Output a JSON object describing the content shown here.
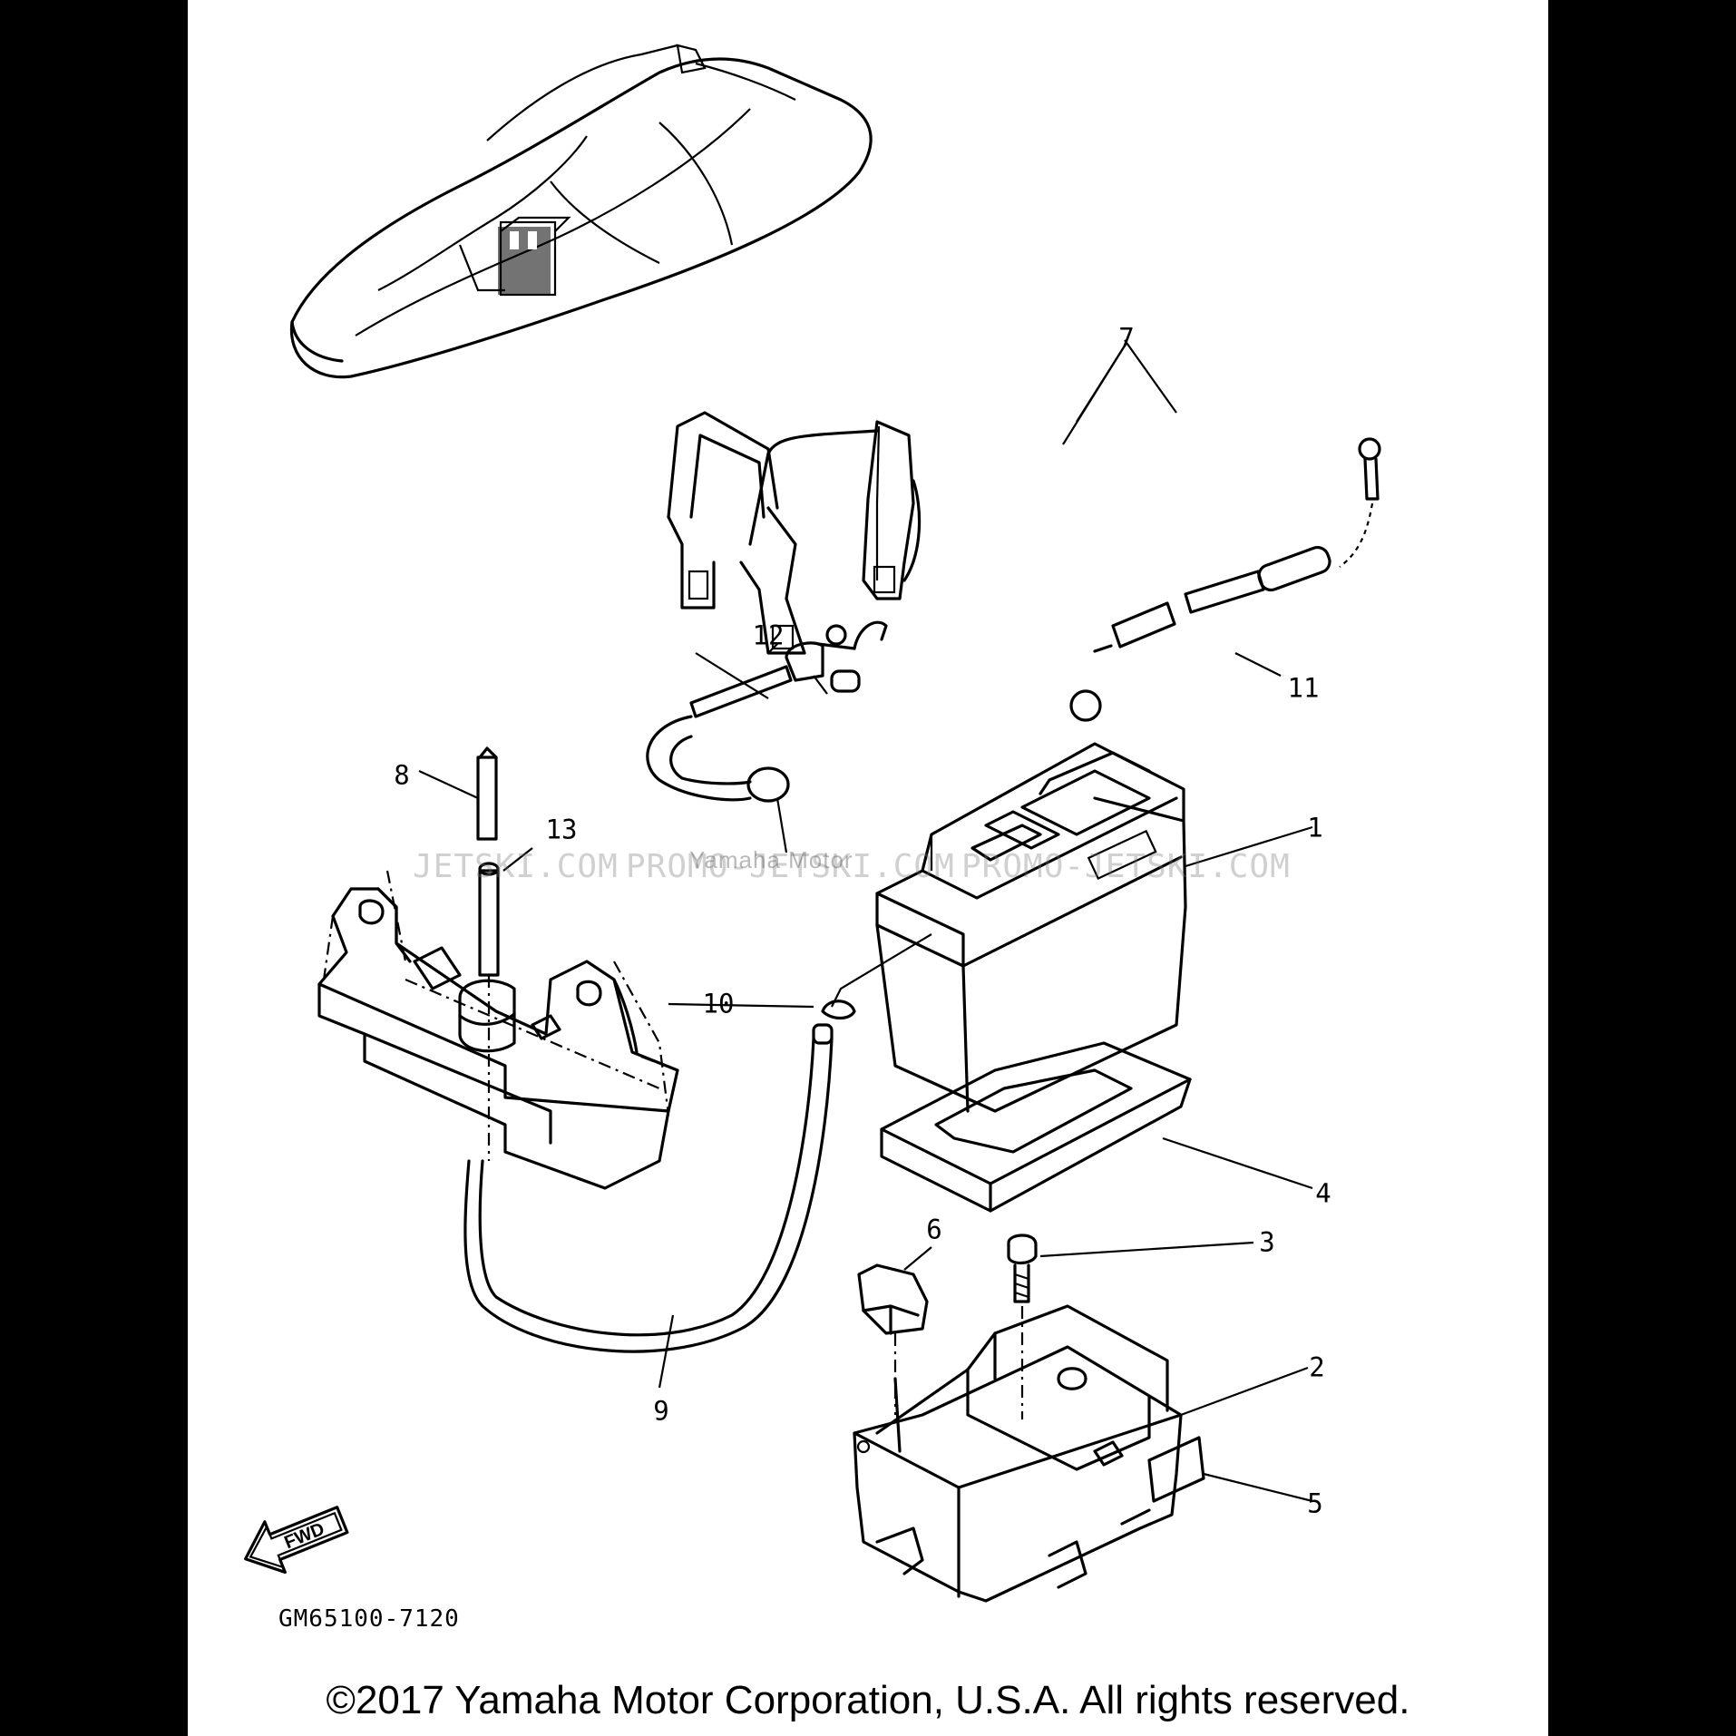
{
  "diagram": {
    "code": "GM65100-7120",
    "fwd_label": "FWD",
    "part_numbers": [
      "1",
      "2",
      "3",
      "4",
      "5",
      "6",
      "7",
      "8",
      "9",
      "10",
      "11",
      "12",
      "13"
    ]
  },
  "watermark": {
    "left": "JETSKI.COM",
    "middle": "PROMO-JETSKI.COM",
    "right": "PROMO-JETSKI.COM",
    "faint": "Yamaha Motor"
  },
  "footer": {
    "copyright": "©2017 Yamaha Motor Corporation, U.S.A. All rights reserved."
  }
}
